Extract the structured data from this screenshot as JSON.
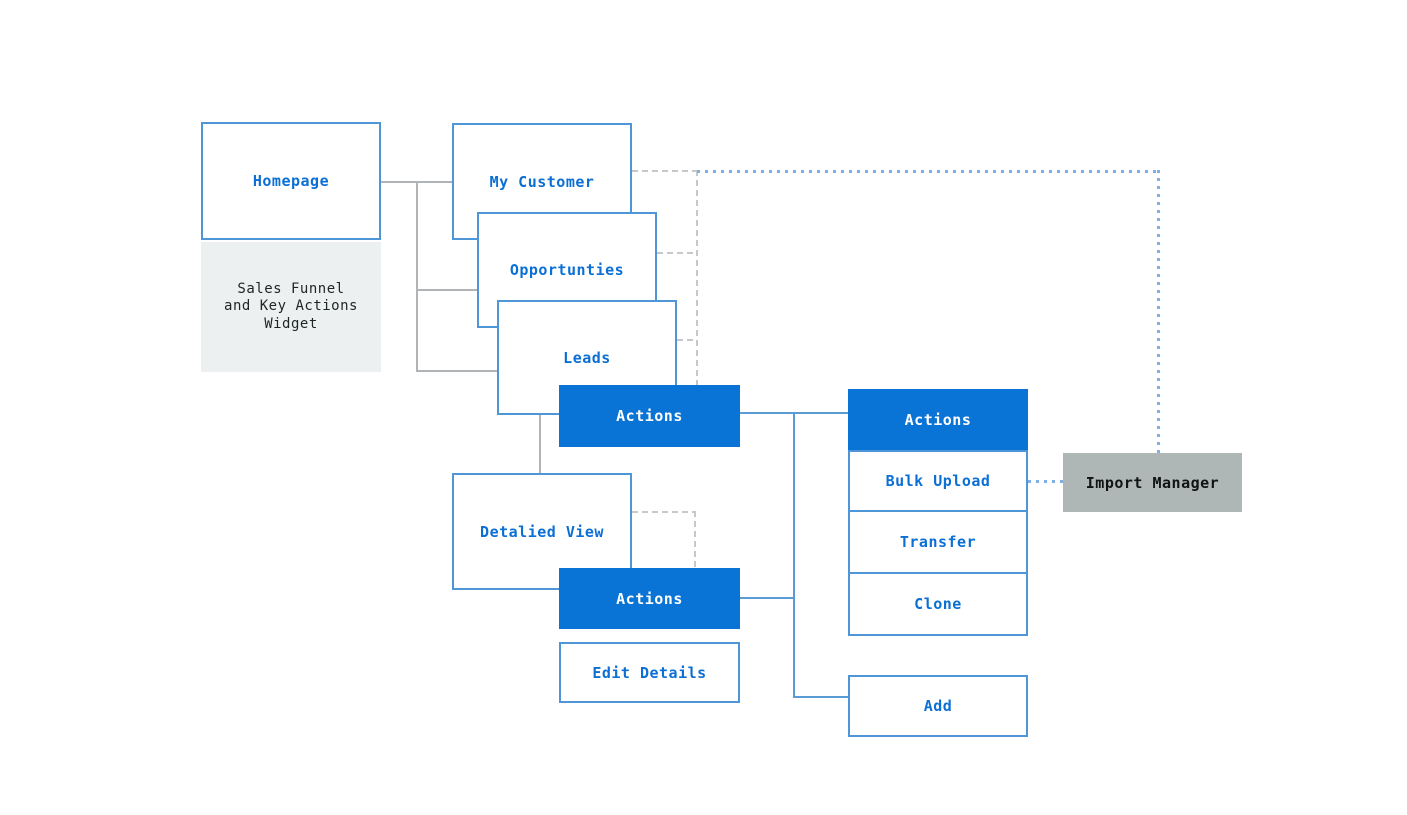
{
  "nodes": {
    "homepage": {
      "label": "Homepage",
      "type": "outline"
    },
    "sales_widget": {
      "lines": [
        "Sales Funnel",
        "and Key Actions",
        "Widget"
      ],
      "type": "gray-panel"
    },
    "my_customer": {
      "label": "My Customer",
      "type": "outline"
    },
    "opportunties": {
      "label": "Opportunties",
      "type": "outline"
    },
    "leads": {
      "label": "Leads",
      "type": "outline"
    },
    "actions_leads": {
      "label": "Actions",
      "type": "filled"
    },
    "detalied_view": {
      "label": "Detalied View",
      "type": "outline"
    },
    "actions_detail": {
      "label": "Actions",
      "type": "filled"
    },
    "edit_details": {
      "label": "Edit Details",
      "type": "outline"
    },
    "actions_header": {
      "label": "Actions",
      "type": "filled"
    },
    "bulk_upload": {
      "label": "Bulk Upload",
      "type": "outline"
    },
    "transfer": {
      "label": "Transfer",
      "type": "outline"
    },
    "clone": {
      "label": "Clone",
      "type": "outline"
    },
    "import_manager": {
      "label": "Import Manager",
      "type": "gray-filled"
    },
    "add": {
      "label": "Add",
      "type": "outline"
    }
  },
  "edges": [
    {
      "from": "homepage",
      "to": "my_customer",
      "style": "solid-gray"
    },
    {
      "from": "homepage",
      "to": "opportunties",
      "style": "solid-gray"
    },
    {
      "from": "homepage",
      "to": "leads",
      "style": "solid-gray"
    },
    {
      "from": "leads",
      "to": "detalied_view",
      "style": "solid-gray"
    },
    {
      "from": "my_customer",
      "to": "actions_leads",
      "style": "dashed-gray"
    },
    {
      "from": "opportunties",
      "to": "actions_leads",
      "style": "dashed-gray"
    },
    {
      "from": "leads",
      "to": "actions_leads",
      "style": "dashed-gray"
    },
    {
      "from": "detalied_view",
      "to": "actions_detail",
      "style": "dashed-gray"
    },
    {
      "from": "my_customer",
      "to": "import_manager",
      "style": "dotted-blue"
    },
    {
      "from": "bulk_upload",
      "to": "import_manager",
      "style": "dotted-blue"
    },
    {
      "from": "actions_leads",
      "to": "actions_header",
      "style": "solid-blue"
    },
    {
      "from": "actions_detail",
      "to": "actions_header",
      "style": "solid-blue"
    },
    {
      "from": "actions_detail",
      "to": "add",
      "style": "solid-blue"
    }
  ],
  "colors": {
    "accent_blue": "#0a73d6",
    "border_blue": "#4f96d9",
    "label_blue": "#0b6fd4",
    "line_gray": "#b1b4b6",
    "dash_gray": "#c6c9ca",
    "dot_blue": "#7fb0e5",
    "solid_blue": "#5b9bd5",
    "widget_bg": "#edf0f1",
    "import_bg": "#aeb7b5",
    "text_dark": "#1f2425"
  }
}
